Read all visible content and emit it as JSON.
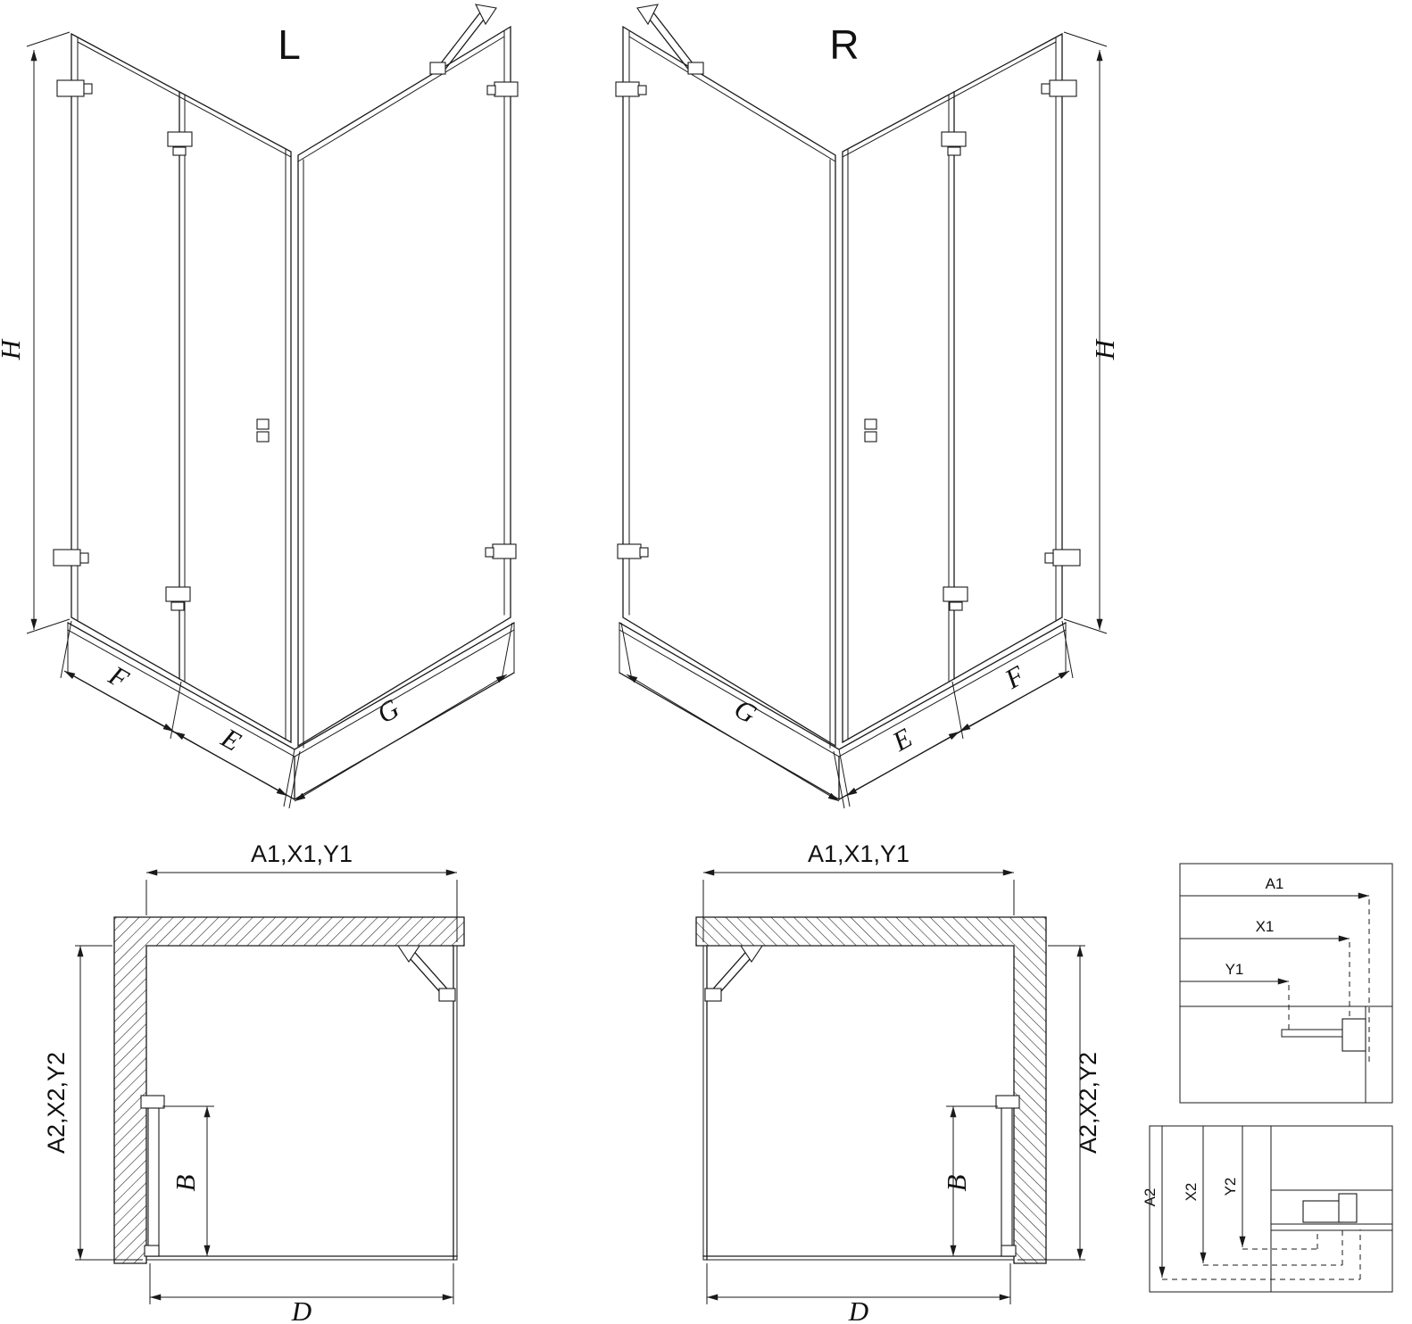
{
  "drawing": {
    "l3d": {
      "label": "L",
      "h": "H",
      "f": "F",
      "e": "E",
      "g": "G"
    },
    "r3d": {
      "label": "R",
      "h": "H",
      "f": "F",
      "e": "E",
      "g": "G"
    },
    "lplan": {
      "top": "A1,X1,Y1",
      "side": "A2,X2,Y2",
      "b": "B",
      "d": "D"
    },
    "rplan": {
      "top": "A1,X1,Y1",
      "side": "A2,X2,Y2",
      "b": "B",
      "d": "D"
    },
    "detail_h": {
      "labels": [
        "A1",
        "X1",
        "Y1"
      ]
    },
    "detail_v": {
      "labels": [
        "A2",
        "X2",
        "Y2"
      ]
    }
  },
  "colors": {
    "line": "#1a1a1a",
    "background": "#ffffff"
  }
}
